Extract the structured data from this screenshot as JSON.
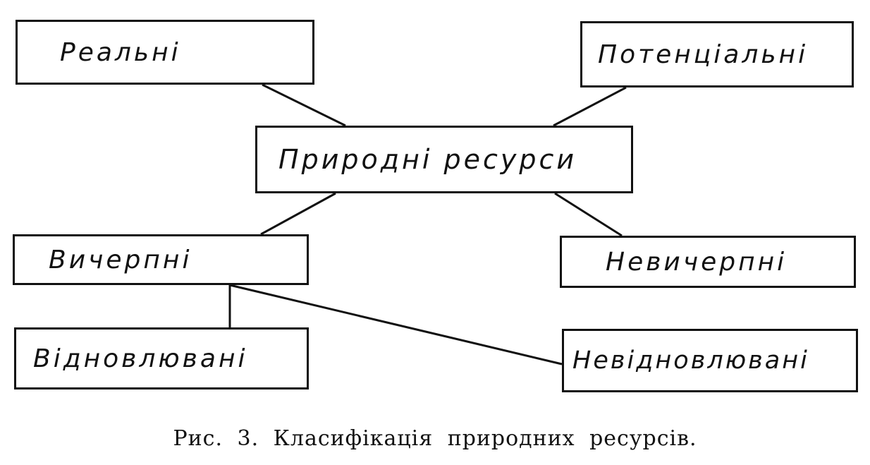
{
  "diagram": {
    "center": "Природні ресурси",
    "nodes": {
      "realni": "Реальні",
      "potentsialni": "Потенціальні",
      "vycherpni": "Вичерпні",
      "nevycherpni": "Невичерпні",
      "vidnovlyuvani": "Відновлювані",
      "nevidnovlyuvani": "Невідновлювані"
    },
    "edges": [
      [
        "Природні ресурси",
        "Реальні"
      ],
      [
        "Природні ресурси",
        "Потенціальні"
      ],
      [
        "Природні ресурси",
        "Вичерпні"
      ],
      [
        "Природні ресурси",
        "Невичерпні"
      ],
      [
        "Вичерпні",
        "Відновлювані"
      ],
      [
        "Вичерпні",
        "Невідновлювані"
      ]
    ]
  },
  "caption": "Рис. 3. Класифікація природних ресурсів."
}
